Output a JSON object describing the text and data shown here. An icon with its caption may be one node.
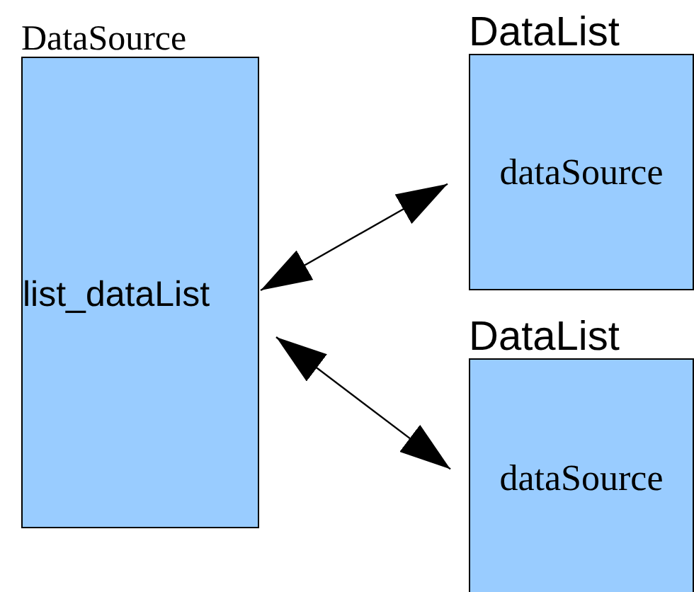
{
  "diagram": {
    "nodes": [
      {
        "text": [
          "DataSource",
          "list_dataList"
        ]
      },
      {
        "text": [
          "DataList",
          "dataSource"
        ]
      },
      {
        "text": [
          "DataList",
          "dataSource"
        ]
      }
    ],
    "edges": [
      {
        "from": 0,
        "to": 1,
        "arrow": "both"
      },
      {
        "from": 0,
        "to": 2,
        "arrow": "both"
      }
    ]
  }
}
